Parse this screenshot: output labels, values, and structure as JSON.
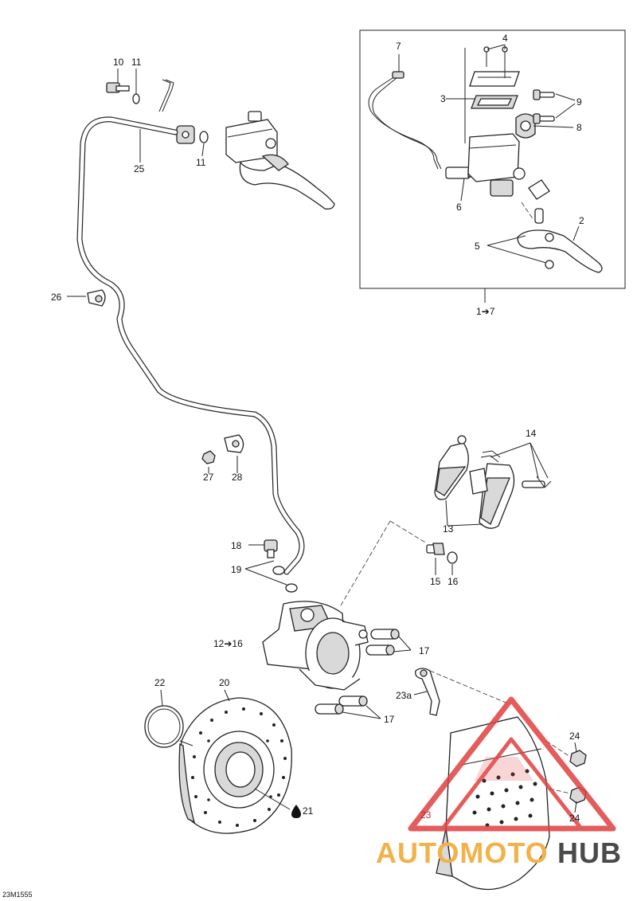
{
  "callouts": {
    "c10": "10",
    "c11a": "11",
    "c11b": "11",
    "c25": "25",
    "c26": "26",
    "c27": "27",
    "c28": "28",
    "c7": "7",
    "c4": "4",
    "c3": "3",
    "c9": "9",
    "c8": "8",
    "c6": "6",
    "c2": "2",
    "c5": "5",
    "c1_7": "1➔7",
    "c14": "14",
    "c13": "13",
    "c18": "18",
    "c19": "19",
    "c15": "15",
    "c16": "16",
    "c12_16": "12➔16",
    "c17a": "17",
    "c17b": "17",
    "c22": "22",
    "c20": "20",
    "c21": "21",
    "c23a": "23a",
    "c24a": "24",
    "c24b": "24",
    "c23": "23"
  },
  "figure_code": "23M1555",
  "watermark": {
    "part1": "AUTOMOTO",
    "part2": "HUB",
    "color_main": "#f2b24a",
    "color_hub": "#4a4a4a",
    "triangle_color": "#e04040"
  }
}
